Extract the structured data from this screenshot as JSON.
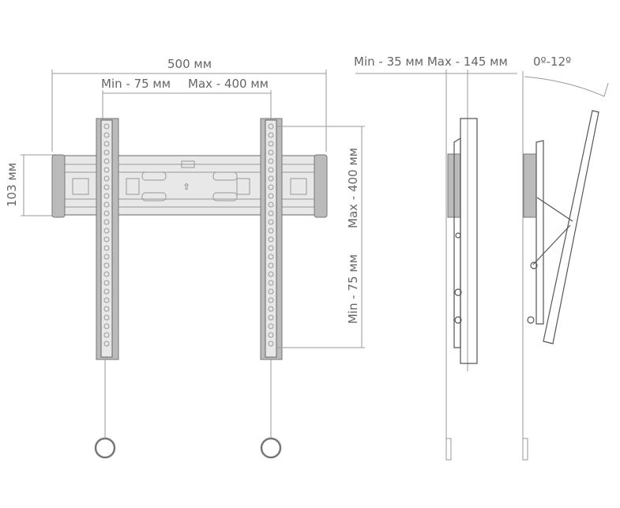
{
  "dimensions": {
    "total_width": "500 мм",
    "vesa_h_min": "Min - 75 мм",
    "vesa_h_max": "Max - 400 мм",
    "plate_height": "103 мм",
    "vesa_v_max": "Max - 400 мм",
    "vesa_v_min": "Min - 75 мм",
    "wall_distance": "Min - 35 мм Max - 145 мм",
    "tilt": "0º-12º"
  }
}
